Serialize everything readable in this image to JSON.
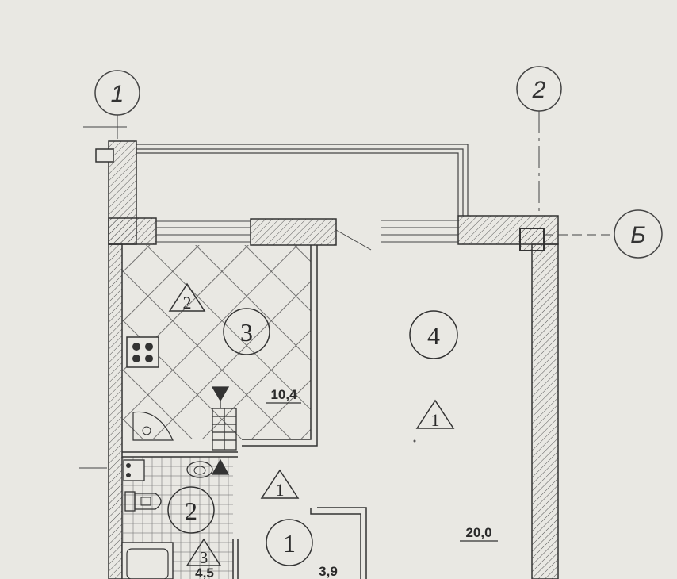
{
  "axis_markers": [
    "1",
    "2",
    "Б"
  ],
  "rooms": [
    {
      "number": "3",
      "area": "10,4"
    },
    {
      "number": "4",
      "area": "20,0"
    },
    {
      "number": "2",
      "area": "4,5"
    },
    {
      "number": "1",
      "area": "3,9"
    }
  ],
  "finish_markers": [
    "2",
    "1",
    "1",
    "3"
  ],
  "colors": {
    "background": "#e9e8e3",
    "line": "#3a3a3a",
    "hatch": "#555555"
  }
}
